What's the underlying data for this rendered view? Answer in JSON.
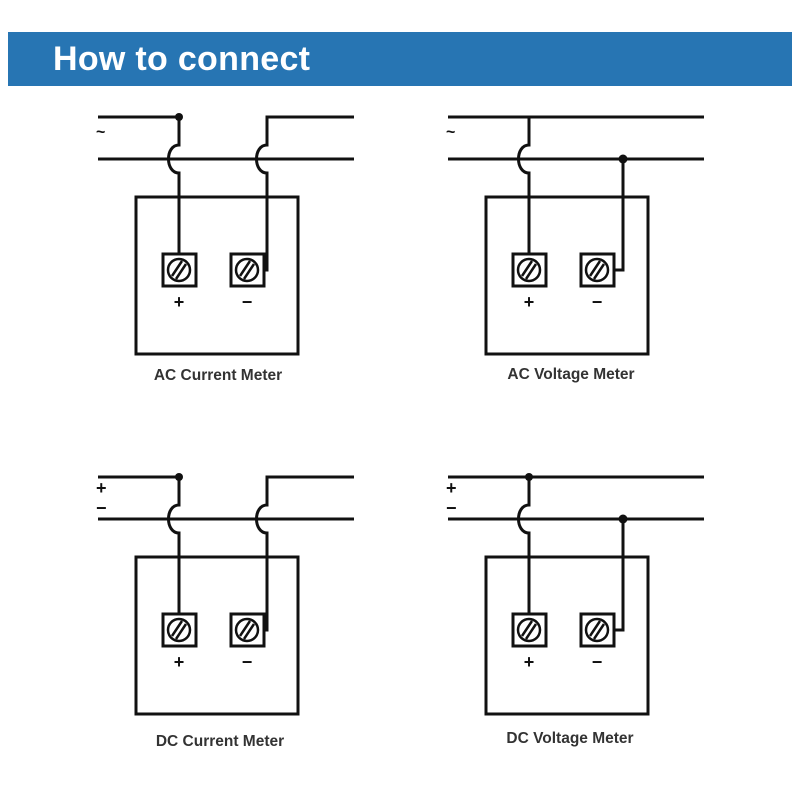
{
  "header": {
    "title": "How to connect",
    "background_color": "#2775b3",
    "text_color": "#ffffff"
  },
  "diagrams": [
    {
      "caption": "AC Current Meter",
      "kind": "current",
      "line_labels": [
        "~",
        ""
      ],
      "terminal_labels": [
        "+",
        "−"
      ]
    },
    {
      "caption": "AC Voltage Meter",
      "kind": "voltage",
      "line_labels": [
        "~",
        ""
      ],
      "terminal_labels": [
        "+",
        "−"
      ]
    },
    {
      "caption": "DC Current Meter",
      "kind": "current",
      "line_labels": [
        "+",
        "−"
      ],
      "terminal_labels": [
        "+",
        "−"
      ]
    },
    {
      "caption": "DC Voltage Meter",
      "kind": "voltage",
      "line_labels": [
        "+",
        "−"
      ],
      "terminal_labels": [
        "+",
        "−"
      ]
    }
  ],
  "line_color": "#111111",
  "caption_color": "#333333"
}
